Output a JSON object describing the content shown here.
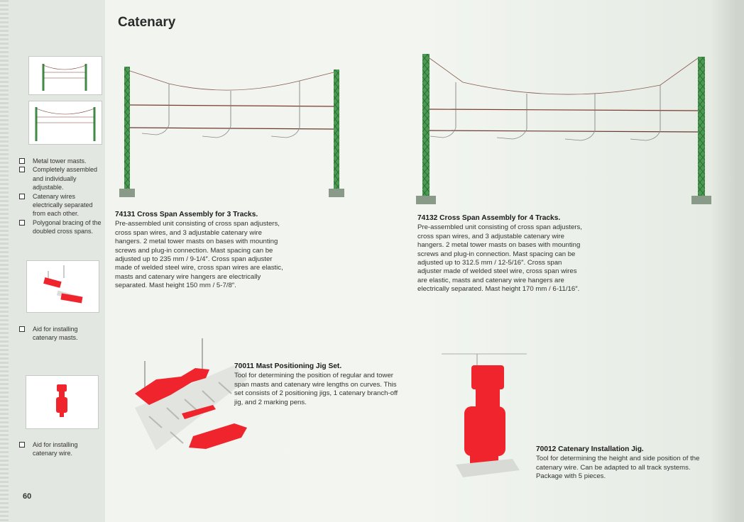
{
  "page_title": "Catenary",
  "page_number": "60",
  "sidebar": {
    "group1_bullets": [
      "Metal tower masts.",
      "Completely assembled and individually adjustable.",
      "Catenary wires electrically separated from each other.",
      "Polygonal bracing of the doubled cross spans."
    ],
    "group2_bullets": [
      "Aid for installing catenary masts."
    ],
    "group3_bullets": [
      "Aid for installing catenary wire."
    ]
  },
  "products": [
    {
      "heading": "74131 Cross Span Assembly for 3 Tracks.",
      "lines": [
        "Pre-assembled unit consisting of cross span adjusters,",
        "cross span wires, and 3 adjustable catenary wire",
        "hangers. 2 metal tower masts on bases with mounting",
        "screws and plug-in connection. Mast spacing can be",
        "adjusted up to 235 mm / 9-1/4″. Cross span adjuster",
        "made of welded steel wire, cross span wires are elastic,",
        "masts and catenary wire hangers are electrically",
        "separated. Mast height 150 mm / 5-7/8″."
      ]
    },
    {
      "heading": "74132 Cross Span Assembly for 4 Tracks.",
      "lines": [
        "Pre-assembled unit consisting of cross span adjusters,",
        "cross span wires, and 3 adjustable catenary wire",
        "hangers. 2 metal tower masts on bases with mounting",
        "screws and plug-in connection. Mast spacing can be",
        "adjusted up to 312.5 mm / 12-5/16″. Cross span",
        "adjuster made of welded steel wire, cross span wires",
        "are elastic, masts and catenary wire hangers are",
        "electrically separated. Mast height 170 mm / 6-11/16″."
      ]
    },
    {
      "heading": "70011 Mast Positioning Jig Set.",
      "lines": [
        "Tool for determining the position of regular and tower",
        "span masts and catenary wire lengths on curves. This",
        "set consists of 2 positioning jigs, 1 catenary branch-off",
        "jig, and 2 marking pens."
      ]
    },
    {
      "heading": "70012 Catenary Installation Jig.",
      "lines": [
        "Tool for determining the height and side position of the",
        "catenary wire. Can be adapted to all track systems.",
        "Package with 5 pieces."
      ]
    }
  ],
  "colors": {
    "mast_green": "#3e8a46",
    "jig_red": "#f0242c",
    "wire_brown": "#7a3a2e",
    "base_gray": "#9aa39a"
  }
}
